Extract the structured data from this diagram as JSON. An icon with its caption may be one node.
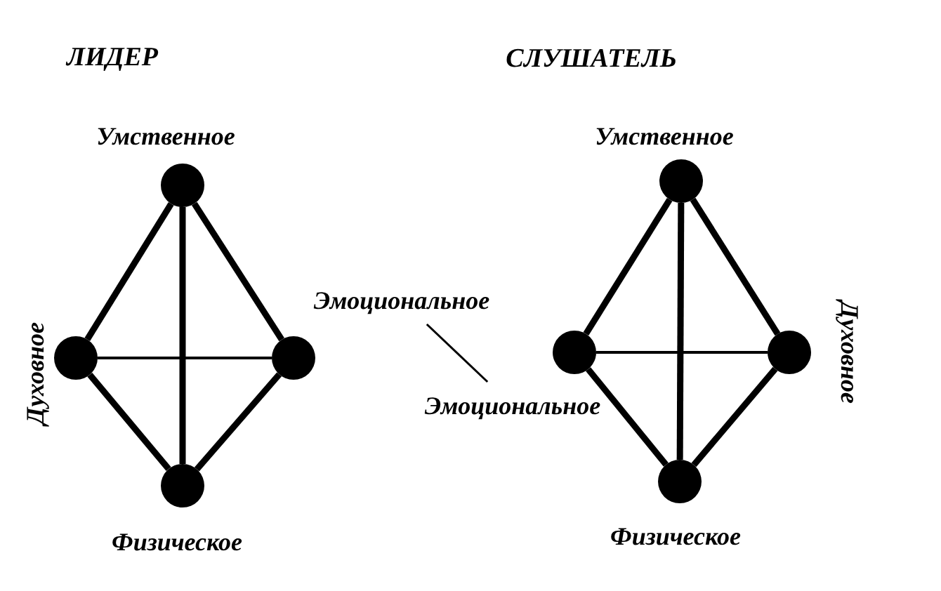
{
  "diagram": {
    "nodes": [
      {
        "text": [],
        "shape": "circle",
        "beside": [
          "Умственное"
        ]
      },
      {
        "text": [],
        "shape": "circle",
        "beside": [
          "Духовное"
        ]
      },
      {
        "text": [],
        "shape": "circle"
      },
      {
        "text": [],
        "shape": "circle",
        "beside": [
          "Физическое"
        ]
      },
      {
        "text": [
          "Эмоциональное"
        ]
      },
      {
        "text": [],
        "shape": "circle",
        "beside": [
          "Умственное"
        ]
      },
      {
        "text": [],
        "shape": "circle"
      },
      {
        "text": [],
        "shape": "circle",
        "beside": [
          "Духовное"
        ]
      },
      {
        "text": [],
        "shape": "circle",
        "beside": [
          "Физическое"
        ]
      },
      {
        "text": [
          "Эмоциональное"
        ]
      }
    ],
    "edges": [
      {
        "from": 0,
        "to": 1,
        "arrow": "none"
      },
      {
        "from": 0,
        "to": 2,
        "arrow": "none"
      },
      {
        "from": 0,
        "to": 3,
        "arrow": "none"
      },
      {
        "from": 1,
        "to": 2,
        "arrow": "none"
      },
      {
        "from": 1,
        "to": 3,
        "arrow": "none"
      },
      {
        "from": 2,
        "to": 3,
        "arrow": "none"
      },
      {
        "from": 5,
        "to": 6,
        "arrow": "none"
      },
      {
        "from": 5,
        "to": 7,
        "arrow": "none"
      },
      {
        "from": 5,
        "to": 8,
        "arrow": "none"
      },
      {
        "from": 6,
        "to": 7,
        "arrow": "none"
      },
      {
        "from": 6,
        "to": 8,
        "arrow": "none"
      },
      {
        "from": 7,
        "to": 8,
        "arrow": "none"
      },
      {
        "from": 4,
        "to": 9,
        "arrow": "none"
      }
    ],
    "labels": [
      "ЛИДЕР",
      "СЛУШАТЕЛЬ"
    ]
  }
}
